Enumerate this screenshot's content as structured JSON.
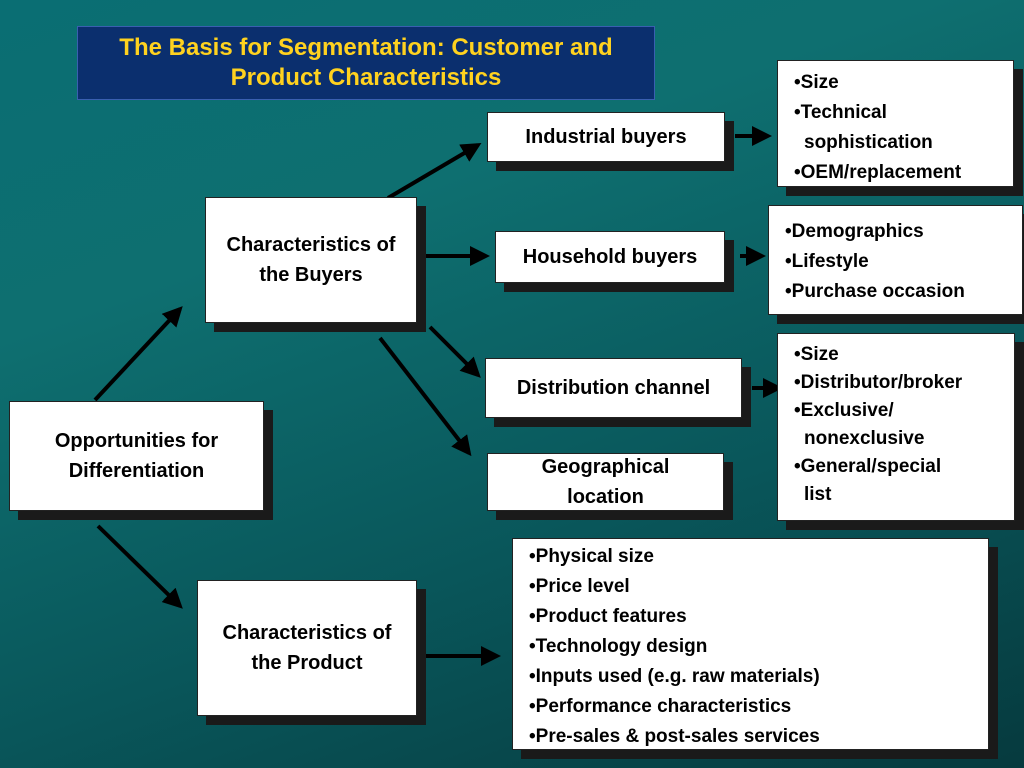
{
  "title": "The Basis for Segmentation: Customer and Product Characteristics",
  "nodes": {
    "opportunities": "Opportunities for Differentiation",
    "buyers": "Characteristics of the Buyers",
    "product": "Characteristics of the Product",
    "industrial": "Industrial buyers",
    "household": "Household buyers",
    "distribution": "Distribution channel",
    "geographical": "Geographical location"
  },
  "lists": {
    "industrial": [
      "Size",
      "Technical sophistication",
      "OEM/replacement"
    ],
    "household": [
      "Demographics",
      "Lifestyle",
      "Purchase occasion"
    ],
    "distribution": [
      "Size",
      "Distributor/broker",
      "Exclusive/ nonexclusive",
      "General/special list"
    ],
    "product": [
      "Physical size",
      "Price level",
      "Product features",
      "Technology design",
      "Inputs used (e.g. raw materials)",
      "Performance characteristics",
      "Pre-sales & post-sales services"
    ]
  },
  "colors": {
    "title_bg": "#0b2f6e",
    "title_text": "#ffd21f",
    "box_bg": "#ffffff",
    "shadow": "#1a1a1a",
    "arrow": "#000000"
  }
}
